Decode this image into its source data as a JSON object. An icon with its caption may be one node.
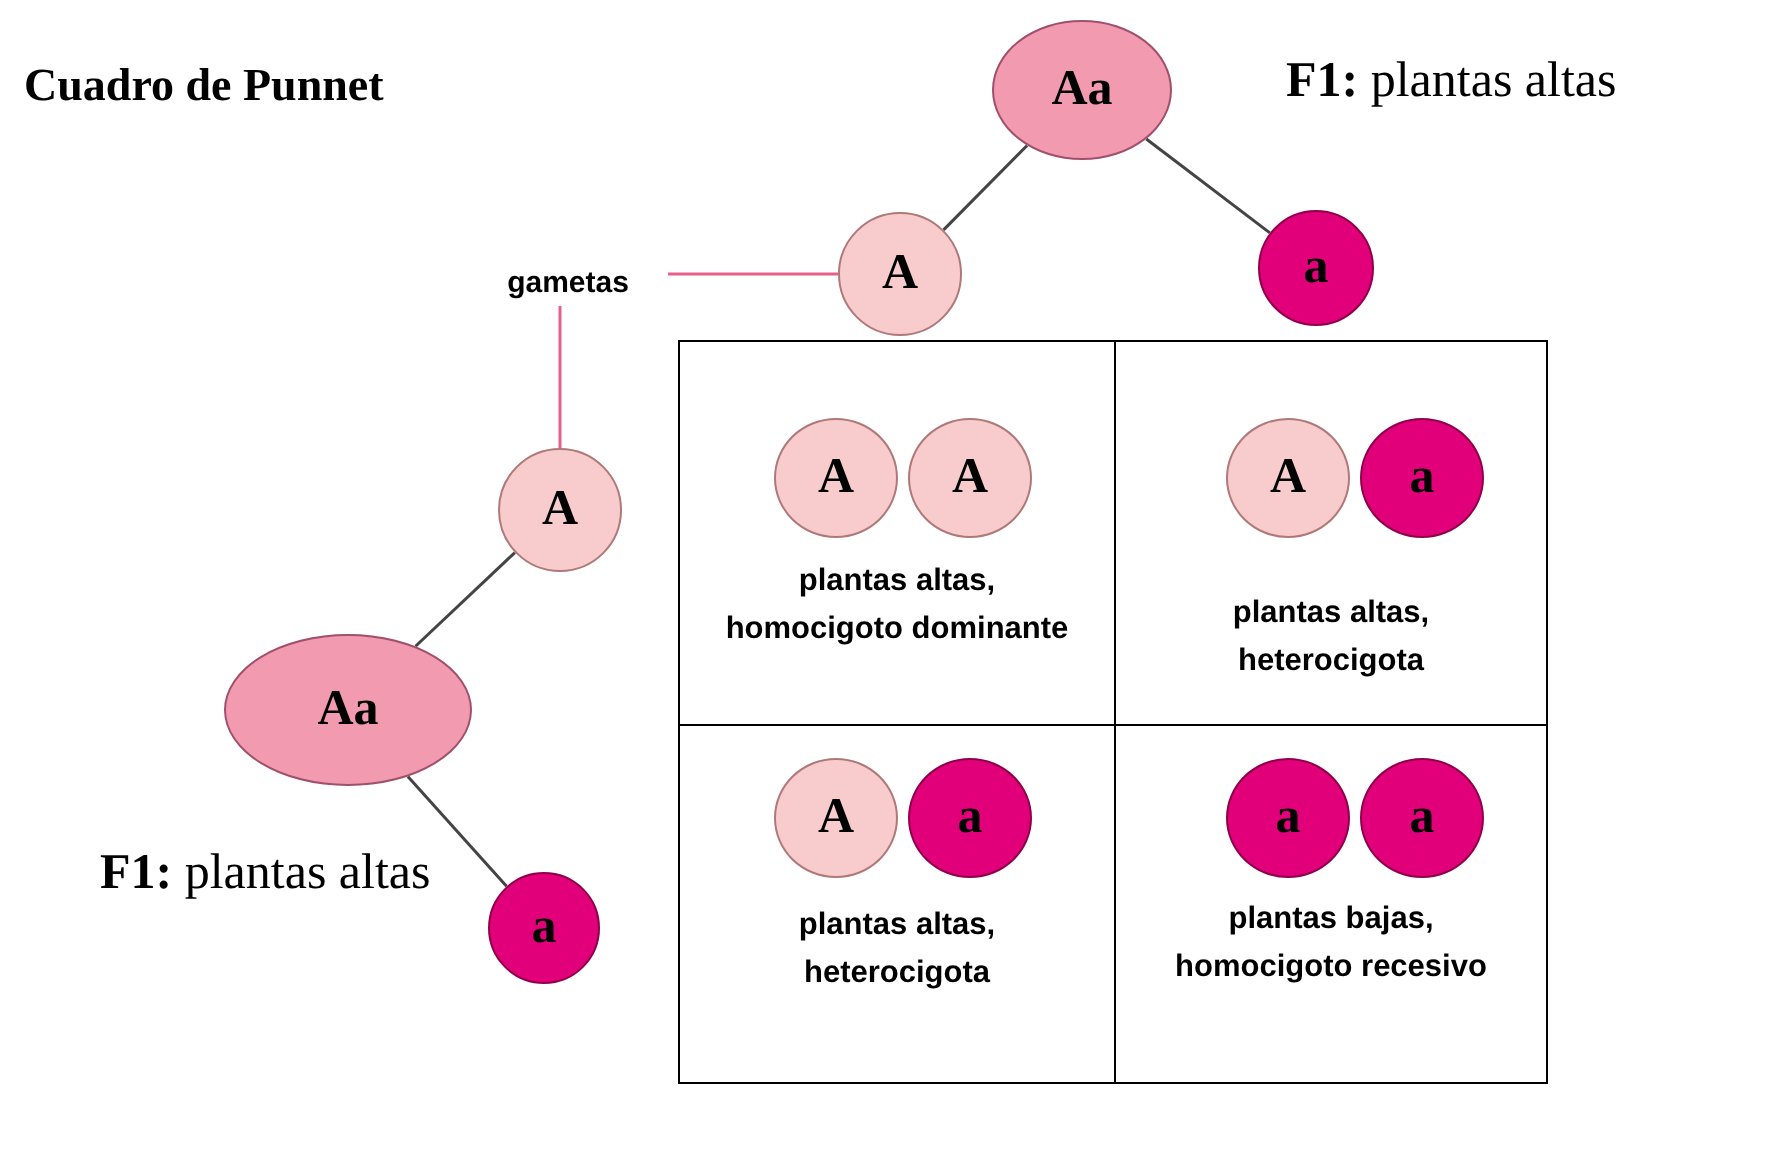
{
  "diagram": {
    "title": "Cuadro de Punnet",
    "nodes": [
      {
        "text": [
          "Aa"
        ],
        "beside": [
          "**F1:** plantas altas"
        ]
      },
      {
        "text": [
          "A"
        ]
      },
      {
        "text": [
          "a"
        ]
      },
      {
        "text": [
          "gametas"
        ]
      },
      {
        "text": [
          "A"
        ]
      },
      {
        "text": [
          "Aa"
        ],
        "beside": [
          "**F1:** plantas altas"
        ]
      },
      {
        "text": [
          "a"
        ]
      },
      {
        "text": [
          "plantas altas, homocigoto dominante"
        ]
      },
      {
        "text": [
          "A"
        ],
        "in": 7
      },
      {
        "text": [
          "A"
        ],
        "in": 7
      },
      {
        "text": [
          "plantas altas, heterocigota"
        ]
      },
      {
        "text": [
          "A"
        ],
        "in": 10
      },
      {
        "text": [
          "a"
        ],
        "in": 10
      },
      {
        "text": [
          "plantas altas, heterocigota"
        ]
      },
      {
        "text": [
          "A"
        ],
        "in": 13
      },
      {
        "text": [
          "a"
        ],
        "in": 13
      },
      {
        "text": [
          "plantas bajas, homocigoto recesivo"
        ]
      },
      {
        "text": [
          "a"
        ],
        "in": 16
      },
      {
        "text": [
          "a"
        ],
        "in": 16
      }
    ],
    "edges": [
      {
        "from": 0,
        "to": 1,
        "arrow": "none"
      },
      {
        "from": 0,
        "to": 2,
        "arrow": "none"
      },
      {
        "from": 3,
        "to": 1,
        "arrow": "none",
        "color": "#e8608a"
      },
      {
        "from": 3,
        "to": 4,
        "arrow": "none",
        "color": "#e8608a"
      },
      {
        "from": 5,
        "to": 4,
        "arrow": "none"
      },
      {
        "from": 5,
        "to": 6,
        "arrow": "none"
      }
    ]
  }
}
